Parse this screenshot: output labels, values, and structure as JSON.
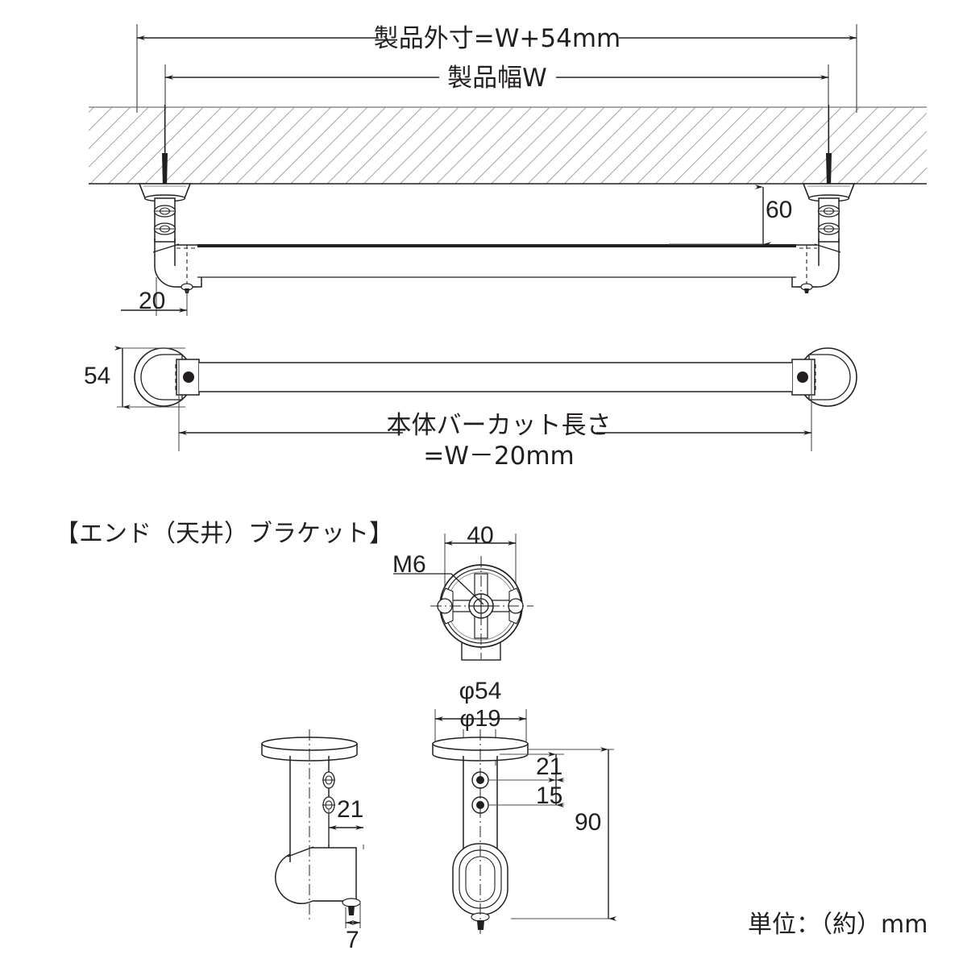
{
  "drawing": {
    "title_note": "単位：（約）mm",
    "section_heading": "【エンド（天井）ブラケット】",
    "assembly": {
      "overall_width_label": "製品外寸=W+54mm",
      "product_width_label": "製品幅W",
      "drop_height": "60",
      "end_offset": "20",
      "flange_diameter_plan": "54",
      "bar_cut_line1": "本体バーカット長さ",
      "bar_cut_line2": "=W－20mm"
    },
    "bracket": {
      "top_view": {
        "screw_spec": "M6",
        "hole_spacing": "40"
      },
      "front_view": {
        "flange_dia": "φ54",
        "stem_dia": "φ19",
        "screw1_offset": "21",
        "screw_gap": "15",
        "total_height": "90"
      },
      "side_view": {
        "arm_length": "21",
        "tail_width": "7"
      }
    }
  },
  "colors": {
    "line": "#231f20",
    "hatch": "#8c8c8c",
    "thin": "#4d4d4d",
    "text": "#231f20"
  }
}
